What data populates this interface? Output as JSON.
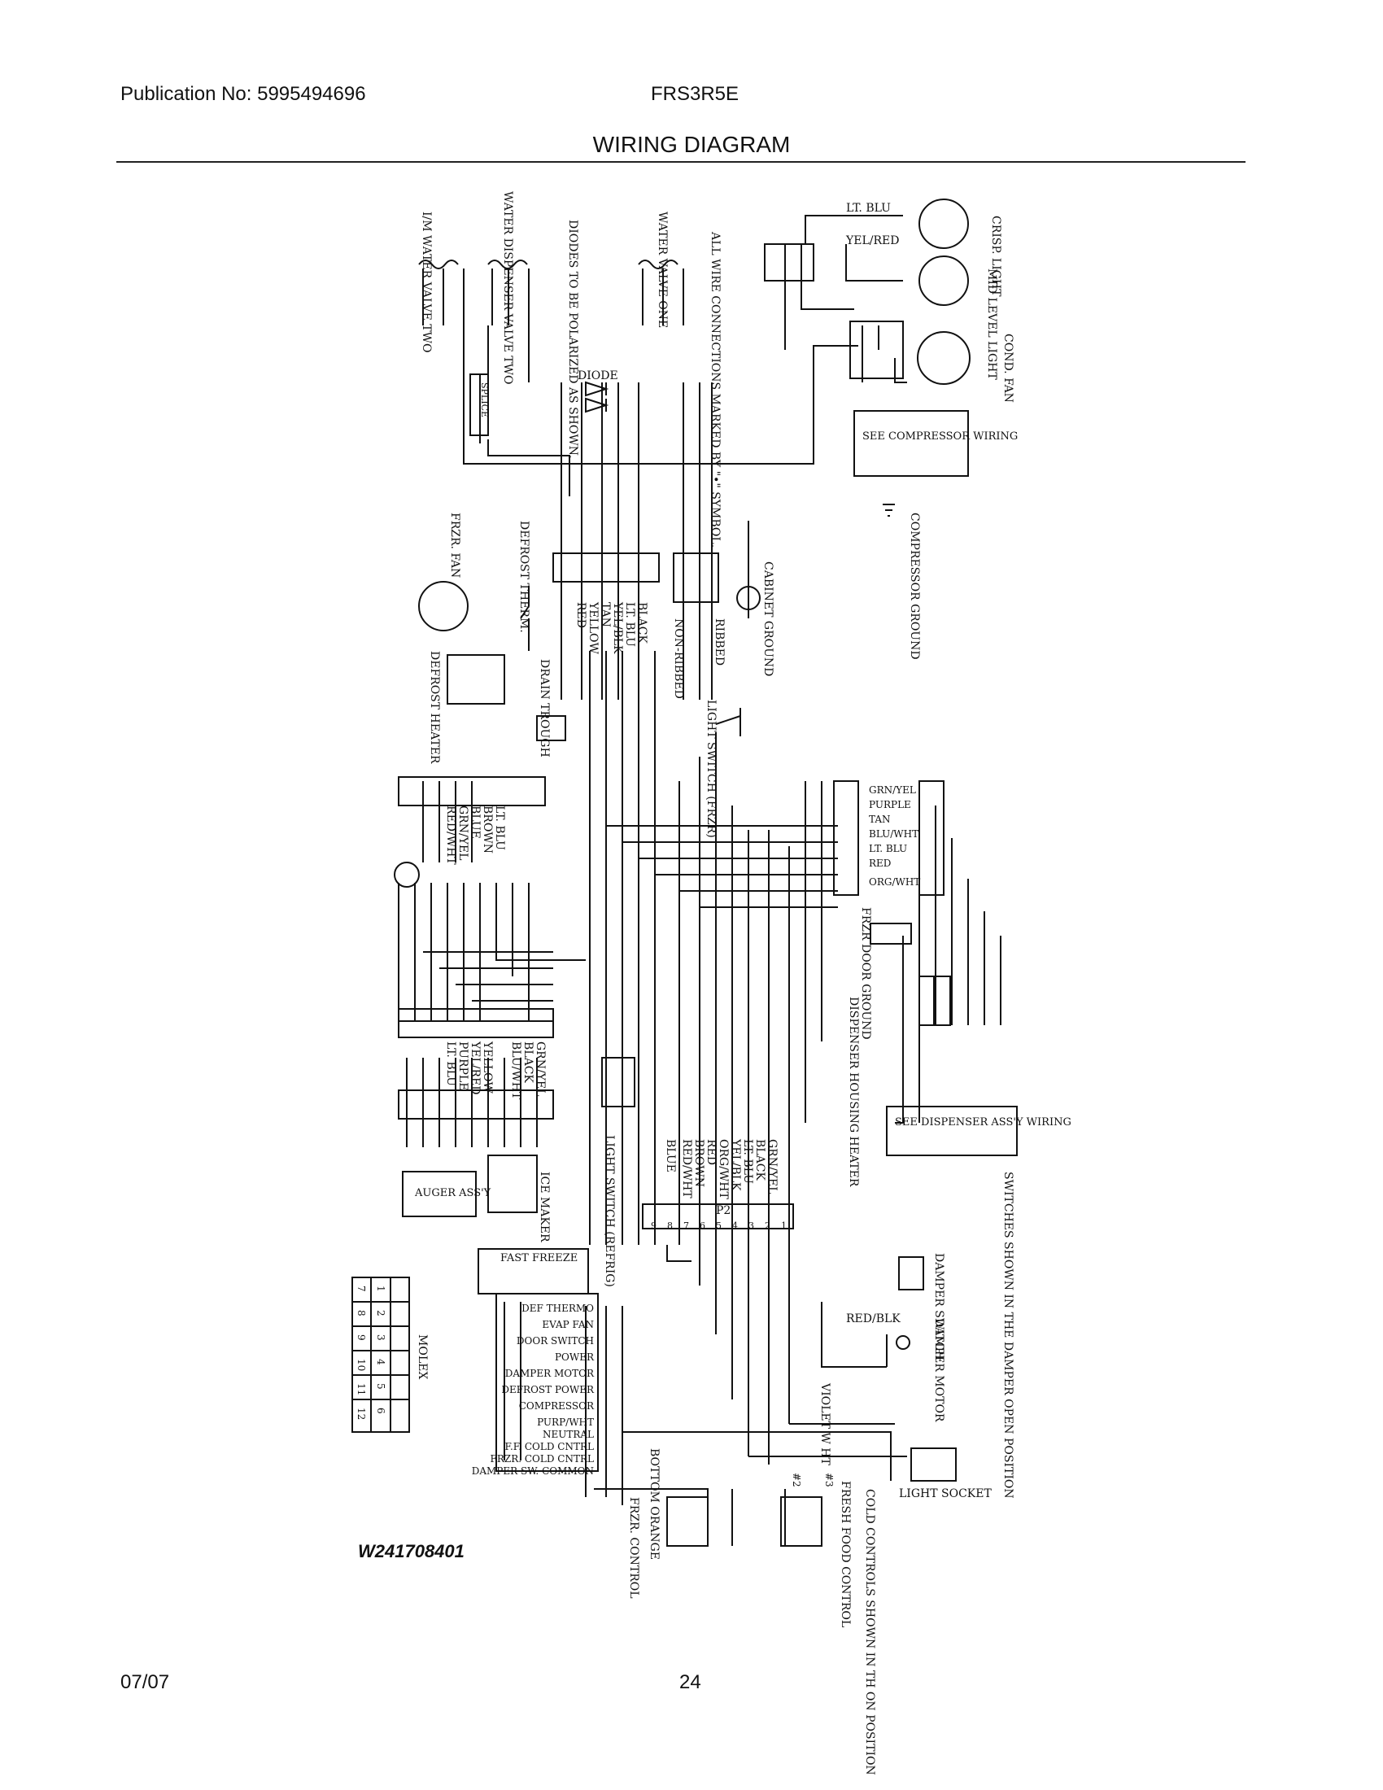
{
  "header": {
    "publication": "Publication No: 5995494696",
    "model": "FRS3R5E",
    "title": "WIRING DIAGRAM"
  },
  "footer": {
    "date": "07/07",
    "page": "24"
  },
  "document_id": "W241708401",
  "diagram": {
    "top_components": [
      "I/M WATER VALVE TWO",
      "WATER DISPENSER VALVE TWO",
      "DIODES TO BE POLARIZED AS SHOWN.",
      "WATER VALVE ONE",
      "ALL WIRE CONNECTIONS MARKED BY \"•\" SYMBOL."
    ],
    "right_top_components": [
      "CRISP. LIGHT",
      "MID LEVEL LIGHT",
      "COND. FAN"
    ],
    "wire_colors_top": [
      "LT. BLU",
      "YEL/RED"
    ],
    "splice": "SPLICE",
    "diode": "DIODE",
    "compressor_box": "SEE COMPRESSOR WIRING",
    "compressor_ground": "COMPRESSOR GROUND",
    "left_components": [
      "FRZR. FAN",
      "DEFROST THERM.",
      "DEFROST HEATER",
      "DRAIN TROUGH"
    ],
    "center_connector_wires": [
      "BLACK",
      "LT. BLU",
      "YEL/BLK",
      "TAN",
      "YELLOW",
      "RED"
    ],
    "cabinet": [
      "CABINET GROUND",
      "RIBBED",
      "NON-RIBBED"
    ],
    "light_switch_frzr": "LIGHT SWITCH (FRZR)",
    "left_connector_wires": [
      "LT. BLU",
      "BROWN",
      "BLUE",
      "GRN/YEL",
      "RED/WHT"
    ],
    "right_connector_wires": [
      "GRN/YEL",
      "PURPLE",
      "TAN",
      "BLU/WHT",
      "LT. BLU",
      "RED",
      "ORG/WHT"
    ],
    "frzr_door_ground": "FRZR DOOR GROUND",
    "dispenser_housing_heater": "DISPENSER HOUSING HEATER",
    "dispenser_box": "SEE DISPENSER ASS'Y WIRING",
    "lower_left_wires": [
      "GRN/YEL",
      "BLACK",
      "BLU/WHT",
      "YELLOW",
      "YEL/RED",
      "PURPLE",
      "LT. BLU"
    ],
    "light_switch_refrig": "LIGHT SWITCH (REFRIG)",
    "p2_wires": [
      "GRN/YEL",
      "BLACK",
      "LT. BLU",
      "YEL/BLK",
      "ORG/WHT",
      "RED",
      "BROWN",
      "RED/WHT",
      "BLUE"
    ],
    "p2_label": "P2",
    "p2_pins": [
      "9",
      "8",
      "7",
      "6",
      "5",
      "4",
      "3",
      "2",
      "1"
    ],
    "auger": "AUGER ASS'Y",
    "ice_maker": "ICE MAKER",
    "fast_freeze": "FAST FREEZE",
    "control_pins": [
      "DEF THERMO",
      "EVAP FAN",
      "DOOR SWITCH",
      "POWER",
      "DAMPER MOTOR",
      "DEFROST POWER",
      "COMPRESSOR",
      "PURP/WHT",
      "NEUTRAL",
      "F.F. COLD CNTRL",
      "FRZR. COLD CNTRL",
      "DAMPER SW. COMMON"
    ],
    "molex_label": "MOLEX",
    "molex_rows": [
      [
        "7",
        "8",
        "9",
        "10",
        "11",
        "12"
      ],
      [
        "1",
        "2",
        "3",
        "4",
        "5",
        "6"
      ]
    ],
    "damper_switch": "DAMPER SWITCH",
    "damper_motor": "DAMPER MOTOR",
    "red_blk": "RED/BLK",
    "switches_note": "SWITCHES SHOWN IN THE DAMPER OPEN POSITION",
    "violet_wht": "VIOLET W HT",
    "light_socket": "LIGHT SOCKET",
    "bottom_orange": "BOTTOM ORANGE",
    "frzr_control": "FRZR. CONTROL",
    "fresh_food_control": "FRESH FOOD CONTROL",
    "cold_controls_note": "COLD CONTROLS SHOWN IN TH ON POSITION",
    "terminal_2": "#2",
    "terminal_3": "#3"
  }
}
